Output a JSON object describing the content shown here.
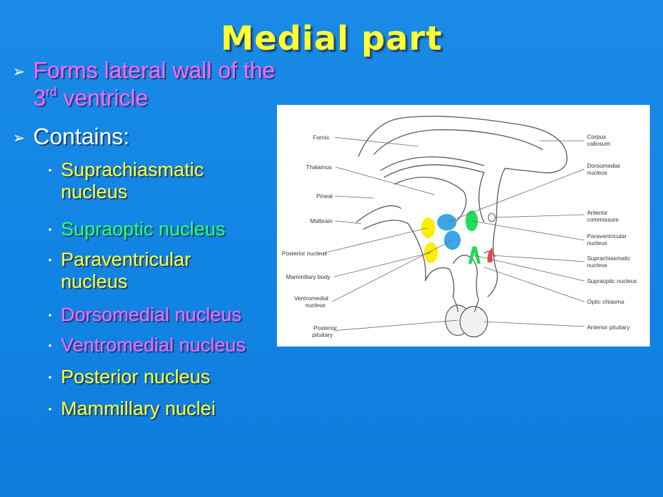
{
  "slide": {
    "title": "Medial part"
  },
  "bullets": {
    "item1": {
      "text": "Forms lateral wall of the 3",
      "sup": "rd",
      "tail": " ventricle",
      "color": "#ff66ff"
    },
    "item2": {
      "text": "Contains:",
      "color": "#ffffff"
    },
    "nuclei": [
      {
        "label": "Suprachiasmatic nucleus",
        "color": "#ffff33"
      },
      {
        "label": "Supraoptic nucleus",
        "color": "#33ff66"
      },
      {
        "label": "Paraventricular nucleus",
        "color": "#ffff33"
      },
      {
        "label": "Dorsomedial nucleus",
        "color": "#ff66ff"
      },
      {
        "label": "Ventromedial nucleus",
        "color": "#ff66ff"
      },
      {
        "label": "Posterior nucleus",
        "color": "#ffff33"
      },
      {
        "label": "Mammillary nuclei",
        "color": "#ffff33"
      }
    ]
  },
  "diagram": {
    "left_labels": [
      "Fornix",
      "Thalamus",
      "Pineal",
      "Midbrain",
      "Posterior nucleus",
      "Mammillary body",
      "Ventromedial",
      "nucleus",
      "Posterior",
      "pituitary"
    ],
    "right_labels": [
      "Corpus",
      "callosum",
      "Dorsomedial",
      "nucleus",
      "Anterior",
      "commissure",
      "Paraventricular",
      "nucleus",
      "Suprachiasmatic",
      "nucleus",
      "Supraoptic nucleus",
      "Optic chiasma",
      "Anterior pituitary"
    ],
    "colors": {
      "yellow": "#ffee00",
      "blue": "#3aa6e6",
      "green": "#22dd55",
      "red": "#ee4444"
    }
  }
}
